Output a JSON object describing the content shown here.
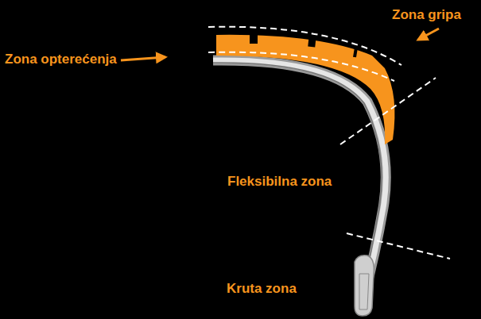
{
  "diagram": {
    "labels": [
      "Zona gripa",
      "Zona opterećenja",
      "Fleksibilna zona",
      "Kruta zona"
    ]
  }
}
